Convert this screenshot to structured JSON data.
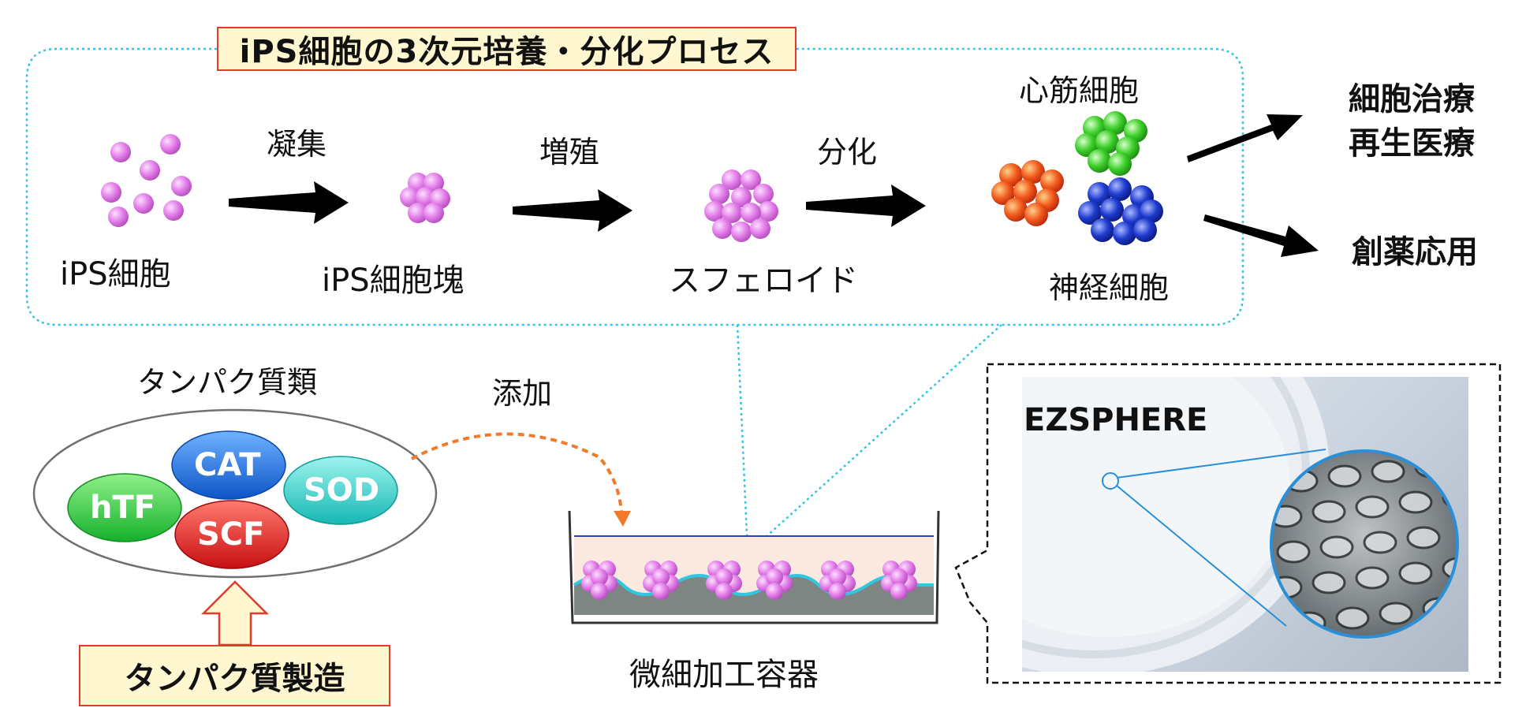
{
  "title": "iPS細胞の3次元培養・分化プロセス",
  "stages": {
    "ips_cells": "iPS細胞",
    "ips_aggregate": "iPS細胞塊",
    "spheroid": "スフェロイド",
    "cardiomyocytes": "心筋細胞",
    "neurons": "神経細胞"
  },
  "steps": {
    "aggregation": "凝集",
    "proliferation": "増殖",
    "differentiation": "分化"
  },
  "outcomes": {
    "therapy_line1": "細胞治療",
    "therapy_line2": "再生医療",
    "drug_discovery": "創薬応用"
  },
  "proteins": {
    "heading": "タンパク質類",
    "items": [
      "CAT",
      "hTF",
      "SCF",
      "SOD"
    ],
    "production": "タンパク質製造",
    "add_label": "添加"
  },
  "container": {
    "label": "微細加工容器",
    "product": "EZSPHERE"
  },
  "colors": {
    "accent_red": "#e23b2a",
    "title_fill": "#fff7cf",
    "dotted_border": "#31c4e8",
    "cell_pink": "#e07ee6",
    "cat_blue": "#1a6fe0",
    "htf_green": "#2bd04a",
    "scf_red": "#e02020",
    "sod_teal": "#27c8c4",
    "dashed_orange": "#f07a2a"
  }
}
